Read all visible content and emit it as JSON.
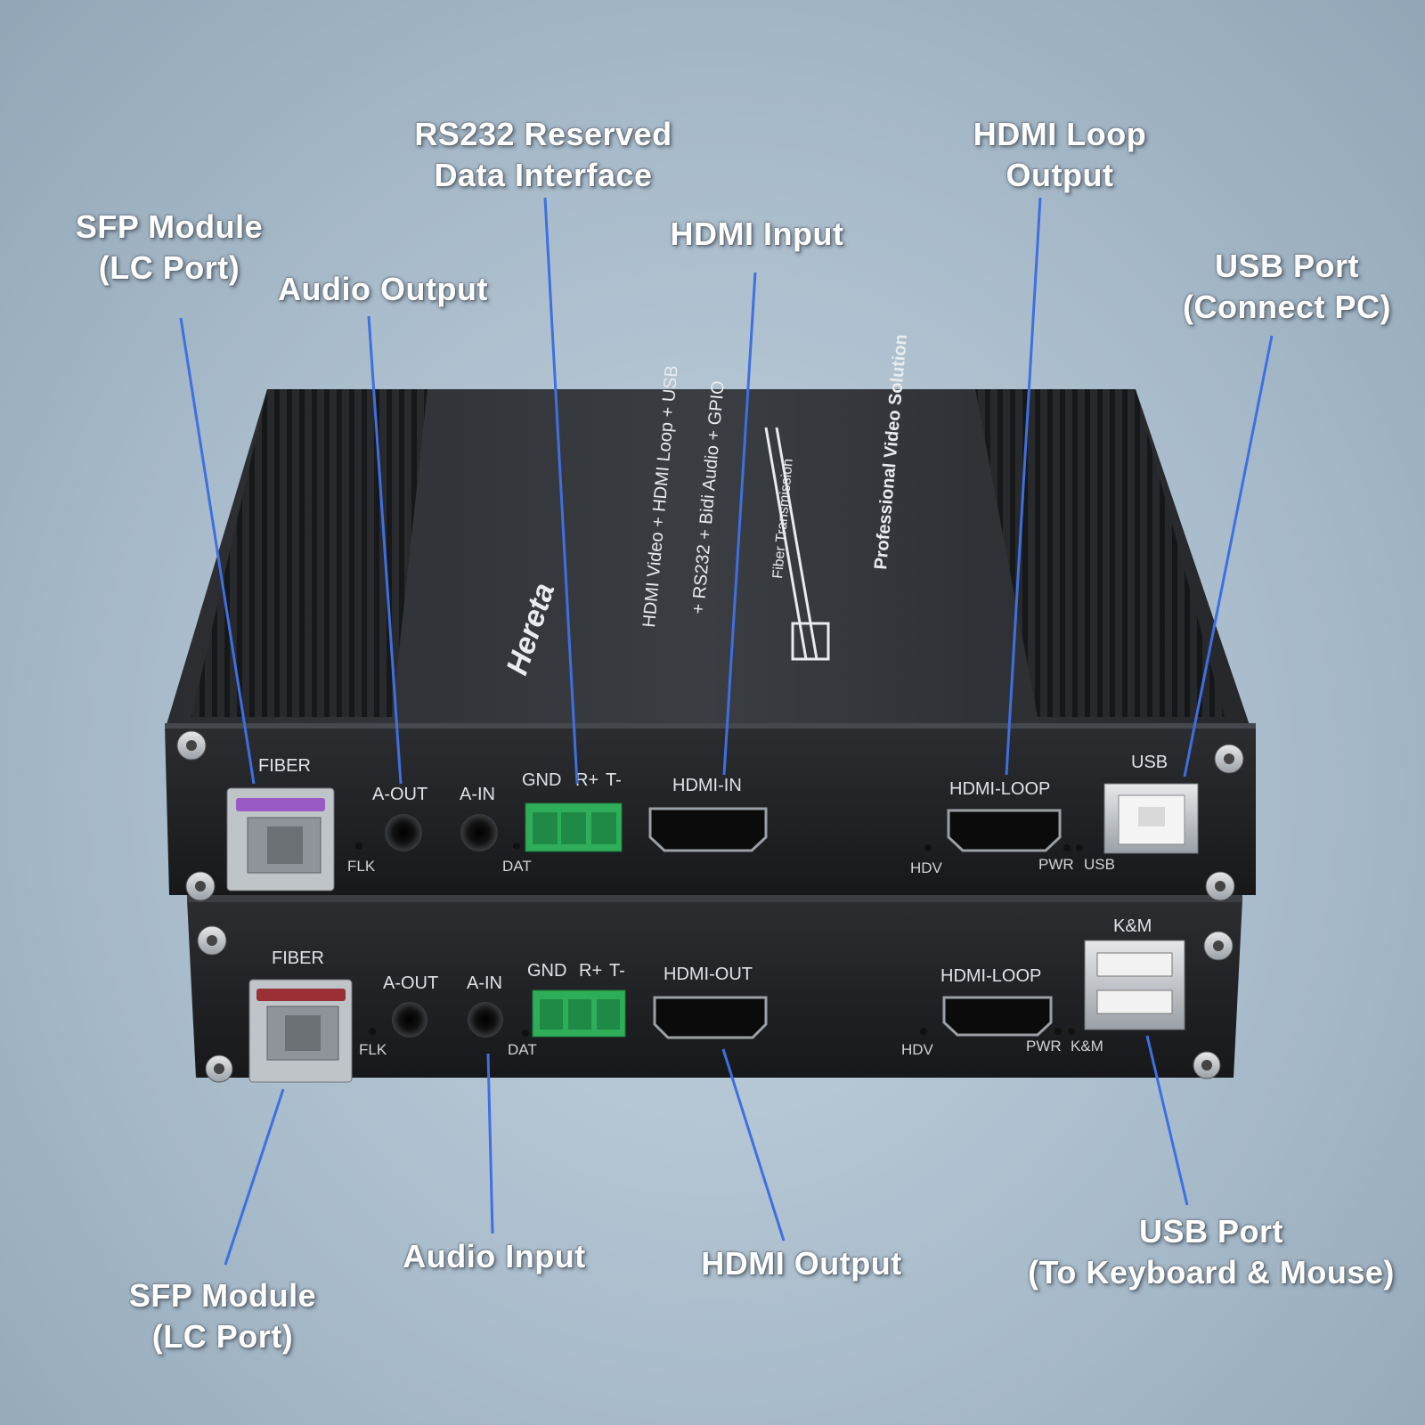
{
  "callouts": {
    "rs232": [
      "RS232 Reserved",
      "Data Interface"
    ],
    "hdmi_loop": [
      "HDMI Loop",
      "Output"
    ],
    "sfp_top": [
      "SFP Module",
      "(LC Port)"
    ],
    "hdmi_input": "HDMI Input",
    "audio_output": "Audio Output",
    "usb_pc": [
      "USB Port",
      "(Connect PC)"
    ],
    "sfp_bottom": [
      "SFP Module",
      "(LC Port)"
    ],
    "audio_input": "Audio Input",
    "hdmi_output": "HDMI Output",
    "usb_km": [
      "USB Port",
      "(To Keyboard & Mouse)"
    ]
  },
  "top_unit": {
    "brand": "Hereta",
    "spec_line1": "HDMI Video + HDMI Loop + USB",
    "spec_line2": "+ RS232 + Bidi Audio + GPIO",
    "fiber_transmission": "Fiber Transmission",
    "slogan": "Professional Video Solution",
    "labels": {
      "fiber": "FIBER",
      "a_out": "A-OUT",
      "a_in": "A-IN",
      "gnd": "GND",
      "r_plus": "R+",
      "t_minus": "T-",
      "hdmi_in": "HDMI-IN",
      "hdmi_loop": "HDMI-LOOP",
      "usb": "USB",
      "flk": "FLK",
      "dat": "DAT",
      "hdv": "HDV",
      "pwr": "PWR",
      "usb_led": "USB"
    }
  },
  "bottom_unit": {
    "labels": {
      "fiber": "FIBER",
      "a_out": "A-OUT",
      "a_in": "A-IN",
      "gnd": "GND",
      "r_plus": "R+",
      "t_minus": "T-",
      "hdmi_out": "HDMI-OUT",
      "hdmi_loop": "HDMI-LOOP",
      "km": "K&M",
      "flk": "FLK",
      "dat": "DAT",
      "hdv": "HDV",
      "pwr": "PWR",
      "km_led": "K&M"
    }
  },
  "colors": {
    "leader_line": "#3f6fe0",
    "terminal_green": "#2fae5a",
    "sfp_top_tab": "#9b59c4",
    "sfp_bottom_tab": "#9a2f36",
    "chassis": "#1d1f22"
  }
}
